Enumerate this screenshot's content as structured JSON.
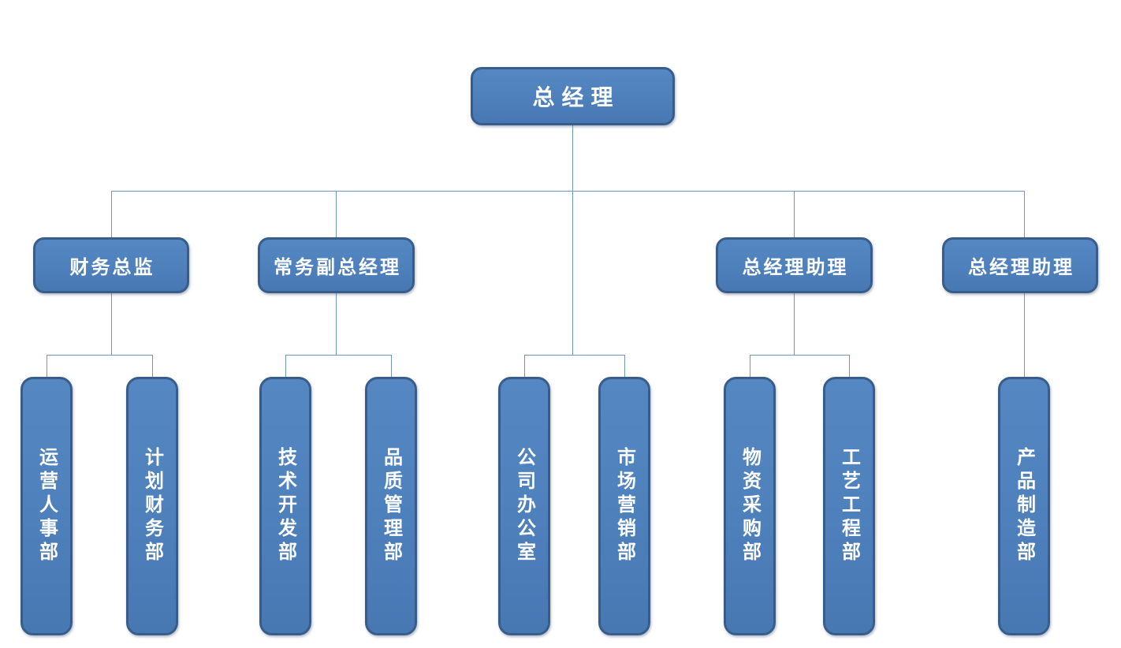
{
  "diagram": {
    "type": "org-chart",
    "colors": {
      "node_fill": "#4F81BD",
      "node_border": "#385D8A",
      "node_text": "#FFFFFF",
      "connector_line": "#7195C3",
      "background": "#FFFFFF"
    },
    "root": {
      "label": "总经理"
    },
    "branches": [
      {
        "label": "财务总监",
        "departments": [
          "运营人事部",
          "计划财务部"
        ]
      },
      {
        "label": "常务副总经理",
        "departments": [
          "技术开发部",
          "品质管理部"
        ]
      },
      {
        "label": "总经理助理",
        "departments": [
          "物资采购部",
          "工艺工程部"
        ]
      },
      {
        "label": "总经理助理",
        "departments": [
          "产品制造部"
        ]
      }
    ],
    "direct_departments": [
      "公司办公室",
      "市场营销部"
    ]
  }
}
